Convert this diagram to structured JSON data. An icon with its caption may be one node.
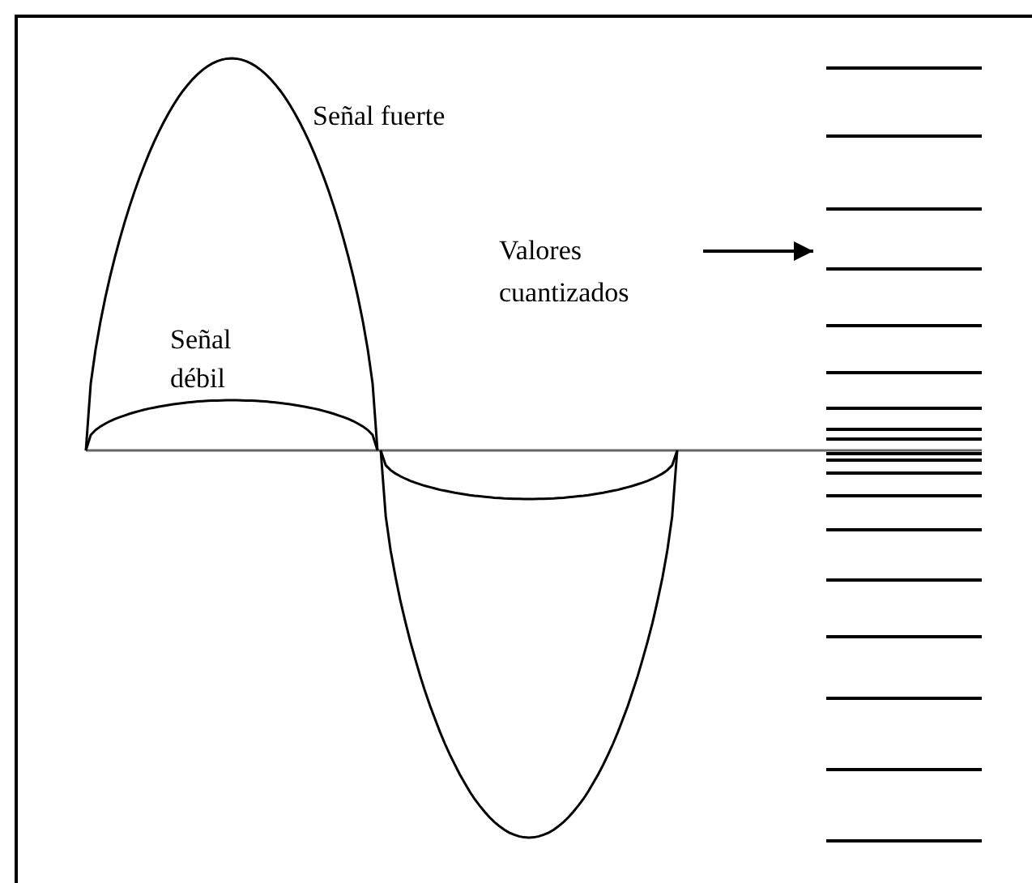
{
  "diagram": {
    "nodes": [
      {
        "text": [
          "Valores cuantizados"
        ]
      },
      {
        "text": [],
        "shape": "bar"
      }
    ],
    "edges": [
      {
        "from": 0,
        "to": 1,
        "arrow": "to"
      }
    ],
    "labels": [
      "Señal fuerte",
      "Señal débil"
    ]
  }
}
